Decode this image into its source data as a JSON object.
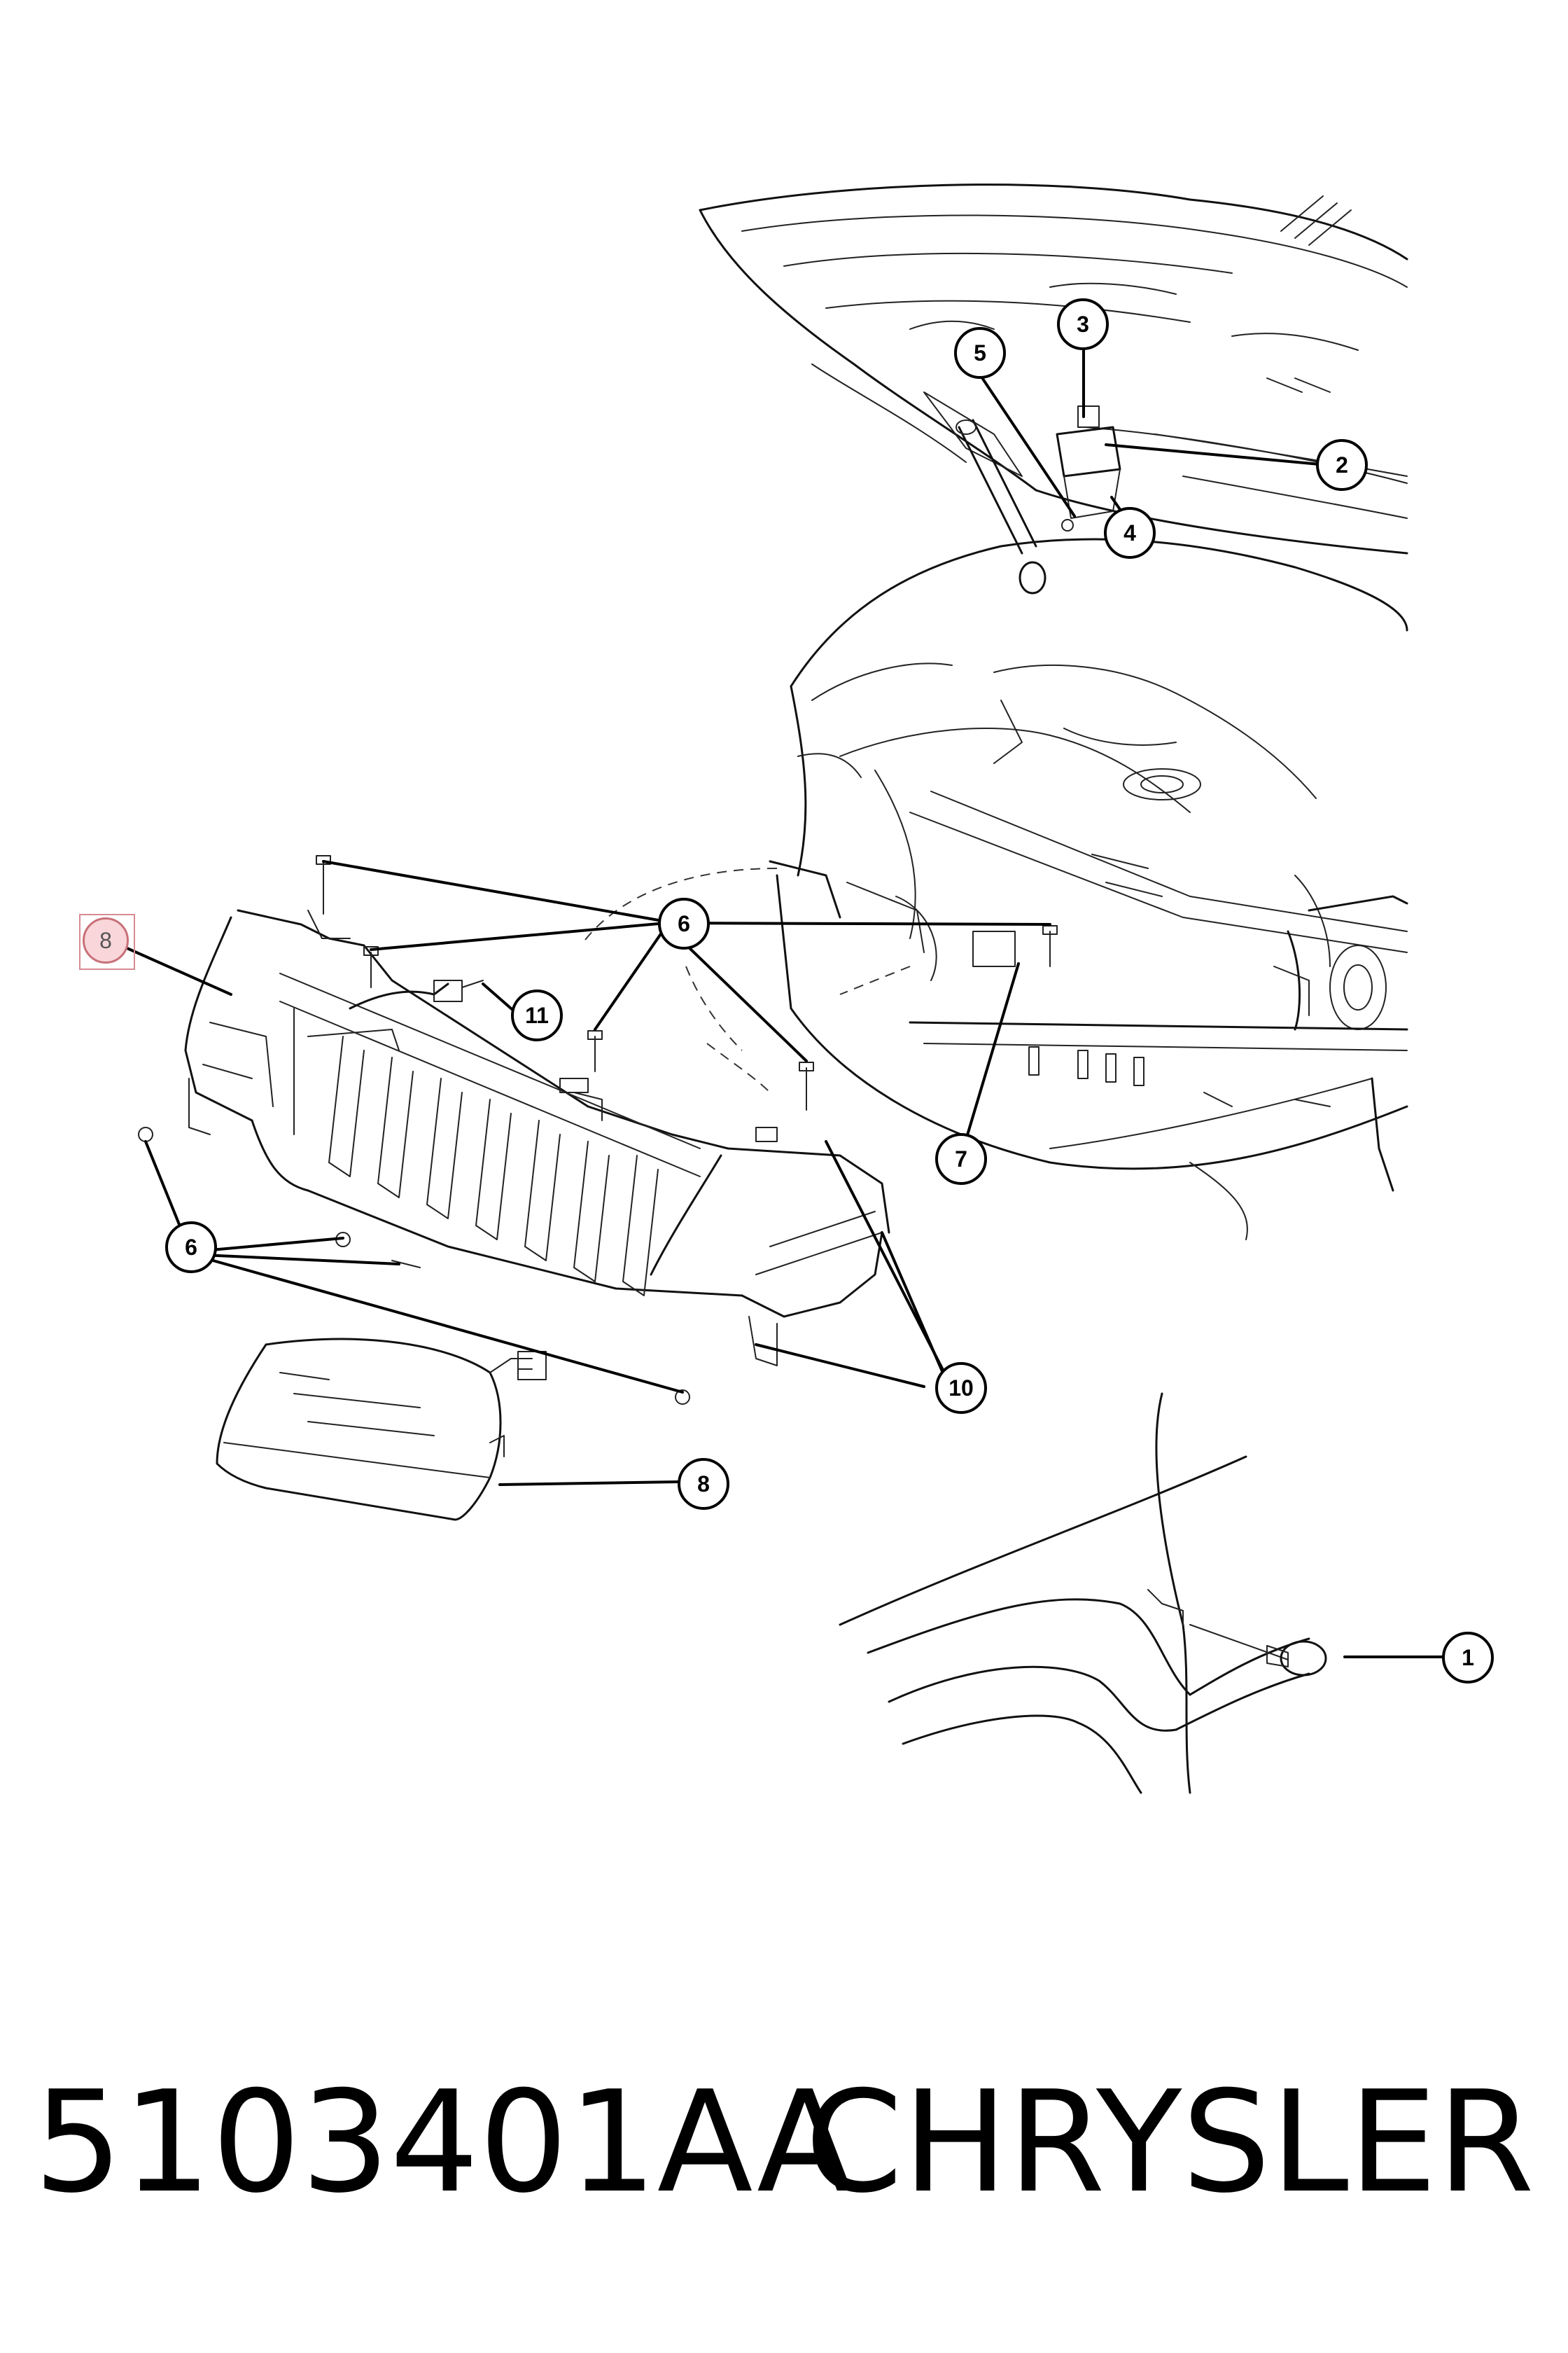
{
  "callouts": [
    {
      "id": "c1",
      "label": "1"
    },
    {
      "id": "c2",
      "label": "2"
    },
    {
      "id": "c3",
      "label": "3"
    },
    {
      "id": "c4",
      "label": "4"
    },
    {
      "id": "c5",
      "label": "5"
    },
    {
      "id": "c6a",
      "label": "6"
    },
    {
      "id": "c6b",
      "label": "6"
    },
    {
      "id": "c7",
      "label": "7"
    },
    {
      "id": "c8a",
      "label": "8"
    },
    {
      "id": "c8b",
      "label": "8"
    },
    {
      "id": "c10",
      "label": "10"
    },
    {
      "id": "c11",
      "label": "11"
    }
  ],
  "footer": {
    "part_number": "5103401AA",
    "brand": "CHRYSLER"
  },
  "colors": {
    "line": "#000000",
    "highlight_fill": "#f7d4d8",
    "highlight_stroke": "#c2606a"
  }
}
